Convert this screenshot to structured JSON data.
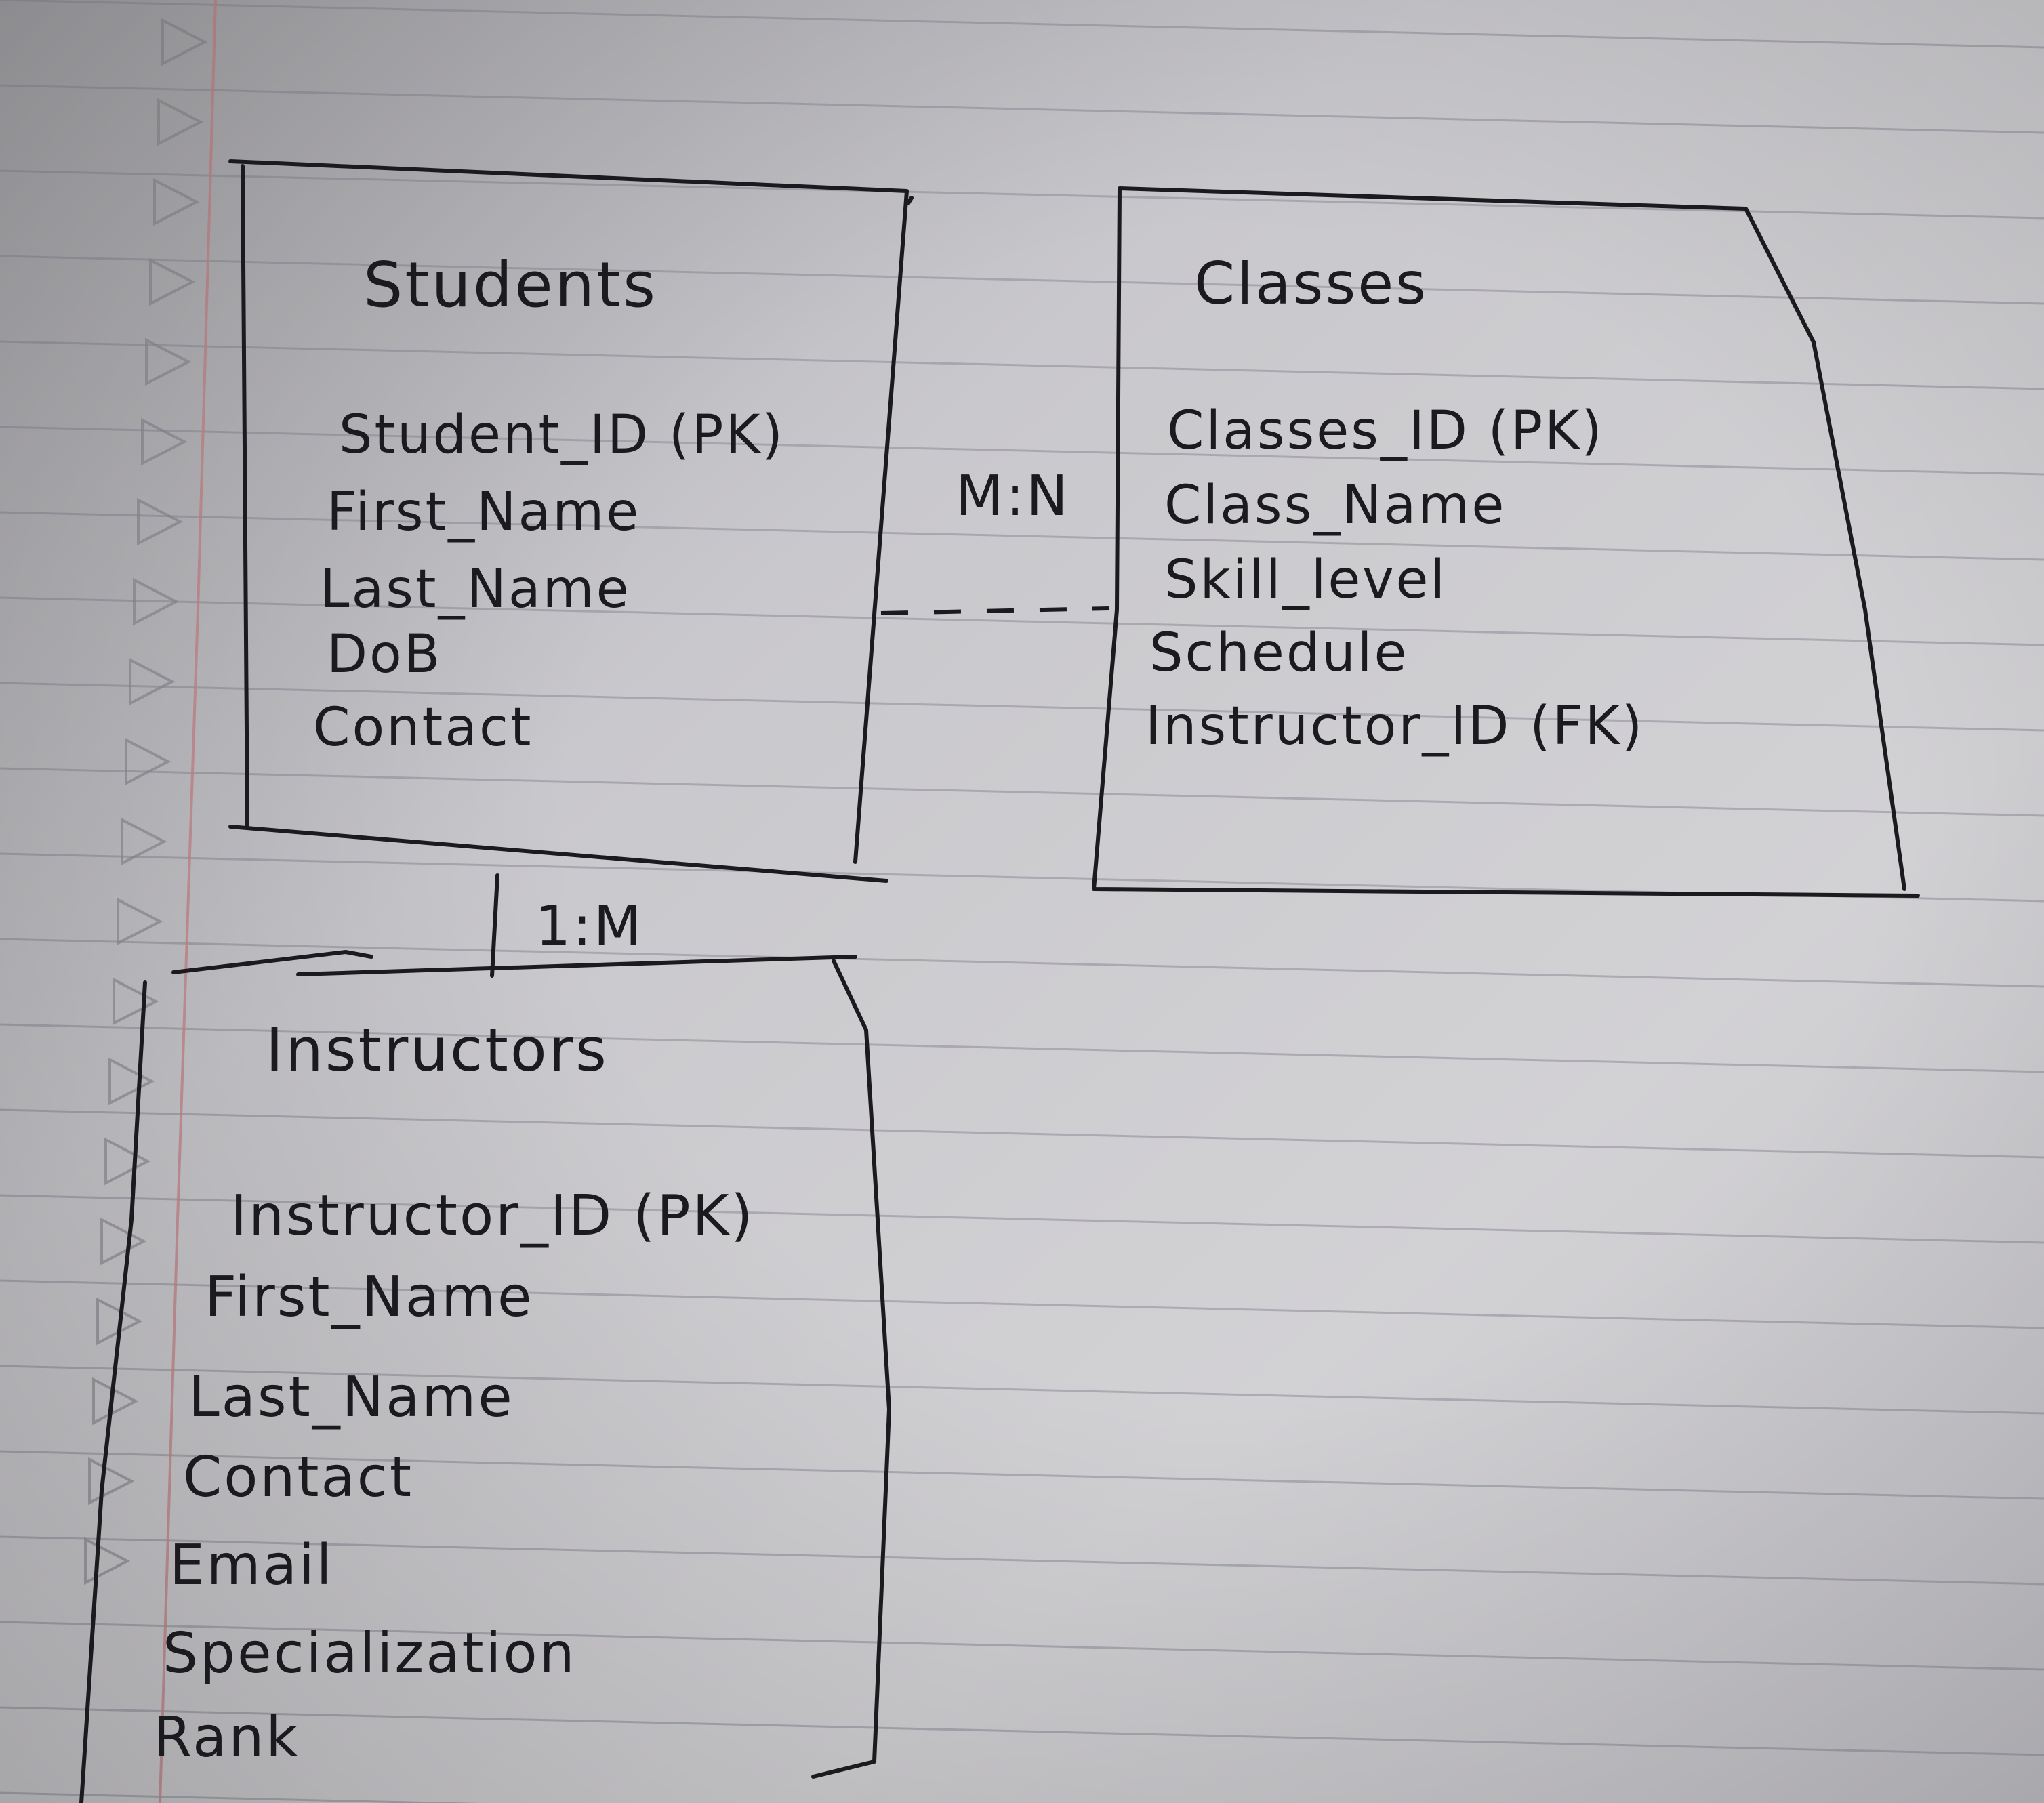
{
  "entities": {
    "students": {
      "title": "Students",
      "fields": [
        "Student_ID (PK)",
        "First_Name",
        "Last_Name",
        "DoB",
        "Contact"
      ]
    },
    "classes": {
      "title": "Classes",
      "fields": [
        "Classes_ID (PK)",
        "Class_Name",
        "Skill_level",
        "Schedule",
        "Instructor_ID (FK)"
      ]
    },
    "instructors": {
      "title": "Instructors",
      "fields": [
        "Instructor_ID (PK)",
        "First_Name",
        "Last_Name",
        "Contact",
        "Email",
        "Specialization",
        "Rank"
      ]
    }
  },
  "relationships": {
    "students_classes": "M:N",
    "students_instructors": "1:M"
  },
  "colors": {
    "ink": "#1b1a1f",
    "rule_line": "#8c8d9a",
    "margin_line": "#c7878c"
  }
}
